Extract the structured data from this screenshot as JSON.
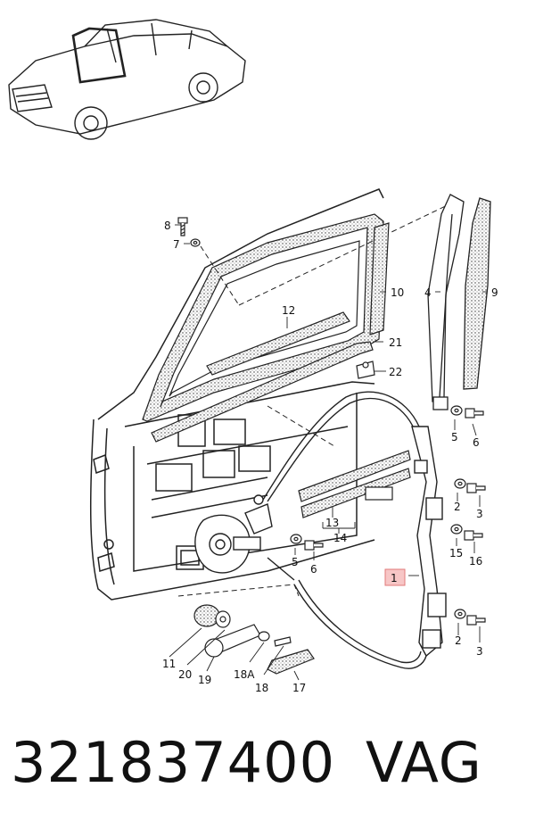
{
  "part_number": "321837400",
  "brand": "VAG",
  "callouts": [
    {
      "id": "c1",
      "label": "1",
      "highlighted": true
    },
    {
      "id": "c2a",
      "label": "2"
    },
    {
      "id": "c2b",
      "label": "2"
    },
    {
      "id": "c3a",
      "label": "3"
    },
    {
      "id": "c3b",
      "label": "3"
    },
    {
      "id": "c4",
      "label": "4"
    },
    {
      "id": "c5a",
      "label": "5"
    },
    {
      "id": "c5b",
      "label": "5"
    },
    {
      "id": "c6a",
      "label": "6"
    },
    {
      "id": "c6b",
      "label": "6"
    },
    {
      "id": "c7",
      "label": "7"
    },
    {
      "id": "c8",
      "label": "8"
    },
    {
      "id": "c9",
      "label": "9"
    },
    {
      "id": "c10",
      "label": "10"
    },
    {
      "id": "c11",
      "label": "11"
    },
    {
      "id": "c12",
      "label": "12"
    },
    {
      "id": "c13",
      "label": "13"
    },
    {
      "id": "c14",
      "label": "14"
    },
    {
      "id": "c15",
      "label": "15"
    },
    {
      "id": "c16",
      "label": "16"
    },
    {
      "id": "c17",
      "label": "17"
    },
    {
      "id": "c18",
      "label": "18"
    },
    {
      "id": "c18a",
      "label": "18A"
    },
    {
      "id": "c19",
      "label": "19"
    },
    {
      "id": "c20",
      "label": "20"
    },
    {
      "id": "c21",
      "label": "21"
    },
    {
      "id": "c22",
      "label": "22"
    }
  ],
  "colors": {
    "line": "#222222",
    "highlight": "#f7c6c6"
  }
}
